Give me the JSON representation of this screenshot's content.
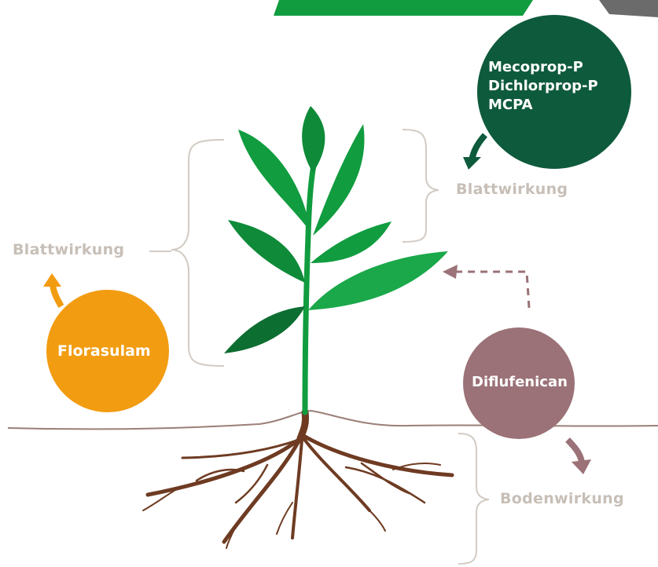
{
  "colors": {
    "dark_green": "#0e5a3c",
    "bright_green": "#109c3f",
    "orange": "#f29c11",
    "mauve": "#9b7277",
    "label_gray": "#c7bfb7",
    "bracket_gray": "#d2cbc4",
    "root_brown": "#6e3b22",
    "ground": "#9a7f78"
  },
  "nodes": {
    "top_substances": [
      "Mecoprop-P",
      "Dichlorprop-P",
      "MCPA"
    ],
    "florasulam": "Florasulam",
    "diflufenican": "Diflufenican"
  },
  "labels": {
    "blatt_left": "Blattwirkung",
    "blatt_right": "Blattwirkung",
    "boden": "Bodenwirkung"
  },
  "icons": {
    "plant": "plant-icon",
    "arrows": [
      "curved-arrow-icon",
      "dashed-arrow-icon"
    ]
  }
}
